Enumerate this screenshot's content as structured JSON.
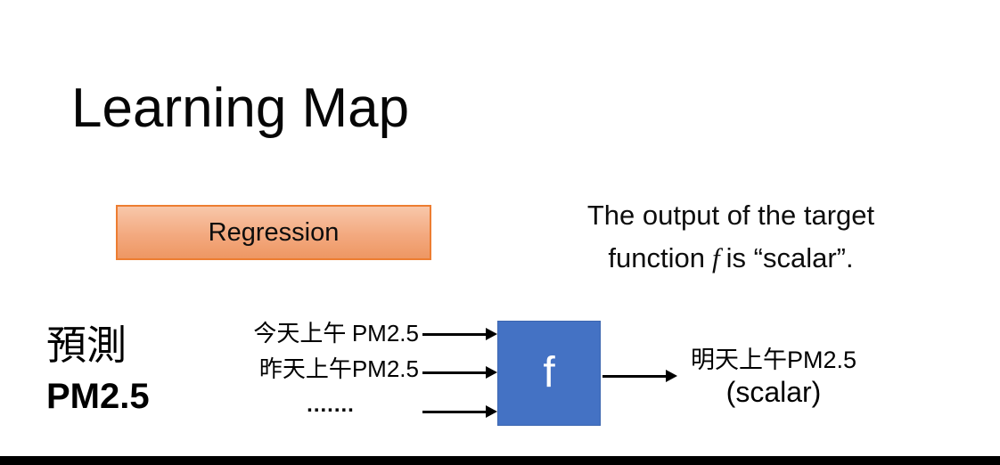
{
  "slide": {
    "title": "Learning Map",
    "category": {
      "label": "Regression"
    },
    "note": {
      "line1": "The output of the target",
      "line2_pre": "function",
      "line2_f": "f",
      "line2_post": "is “scalar”."
    },
    "task": {
      "cjk": "預測",
      "latin": "PM2.5"
    },
    "inputs": [
      {
        "cjk": "今天上午 ",
        "latin": "PM2.5"
      },
      {
        "cjk": "昨天上午",
        "latin": "PM2.5"
      },
      {
        "dots": "......."
      }
    ],
    "function_box": {
      "label": "f"
    },
    "output": {
      "cjk": "明天上午",
      "latin": "PM2.5",
      "note": "(scalar)"
    },
    "colors": {
      "regression_fill_top": "#f8c7aa",
      "regression_fill_bottom": "#ee9763",
      "regression_border": "#ed7d31",
      "function_fill": "#4472c4",
      "function_text": "#ffffff",
      "arrow": "#000000",
      "bottom_bar": "#000000",
      "background": "#ffffff"
    }
  }
}
